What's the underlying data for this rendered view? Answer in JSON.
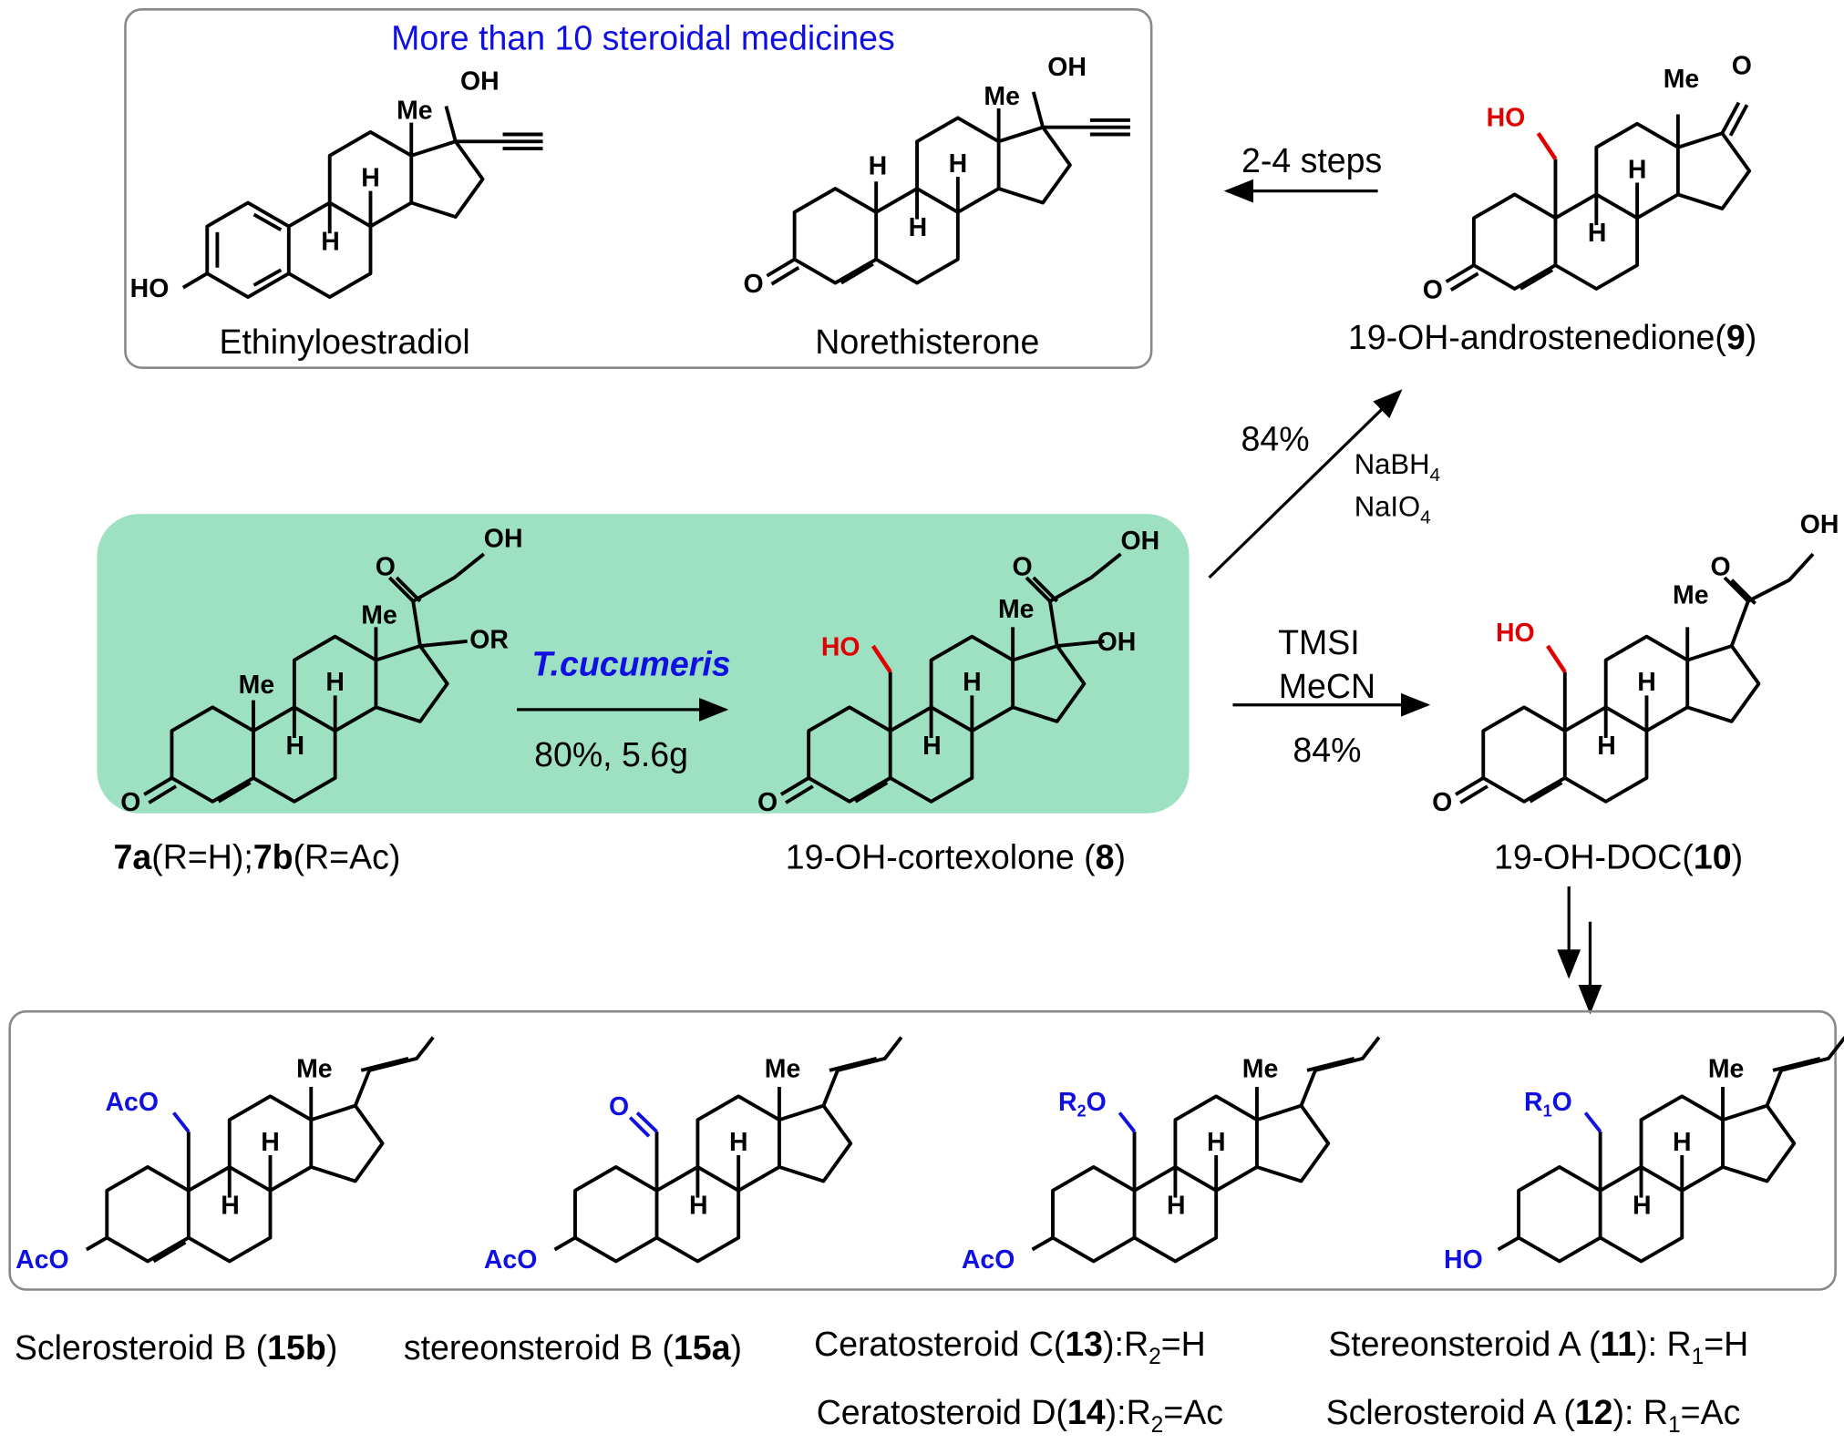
{
  "title_box": "More than 10 steroidal medicines",
  "atoms": {
    "me": "Me",
    "h": "H",
    "oh": "OH",
    "o": "O",
    "ho": "HO",
    "or": "OR",
    "aco": "AcO",
    "r1o": "R",
    "r1sub": "1",
    "r2sub": "2",
    "o_suffix": "O"
  },
  "molecules": {
    "ethinyl": "Ethinyloestradiol",
    "noreth": "Norethisterone",
    "m9": {
      "pre": "19-OH-androstenedione(",
      "num": "9",
      "post": ")"
    },
    "m7": {
      "a": "7a",
      "a_txt": "(R=H);",
      "b": "7b",
      "b_txt": "(R=Ac)"
    },
    "m8": {
      "pre": "19-OH-cortexolone (",
      "num": "8",
      "post": ")"
    },
    "m10": {
      "pre": "19-OH-DOC(",
      "num": "10",
      "post": ")"
    },
    "m15b": {
      "pre": "Sclerosteroid B (",
      "num": "15b",
      "post": ")"
    },
    "m15a": {
      "pre": "stereonsteroid B (",
      "num": "15a",
      "post": ")"
    },
    "m13": {
      "pre": "Ceratosteroid C(",
      "num": "13",
      "post": "):R",
      "sub": "2",
      "tail": "=H"
    },
    "m14": {
      "pre": "Ceratosteroid D(",
      "num": "14",
      "post": "):R",
      "sub": "2",
      "tail": "=Ac"
    },
    "m11": {
      "pre": "Stereonsteroid A (",
      "num": "11",
      "post": "): R",
      "sub": "1",
      "tail": "=H"
    },
    "m12": {
      "pre": "Sclerosteroid A (",
      "num": "12",
      "post": "): R",
      "sub": "1",
      "tail": "=Ac"
    }
  },
  "arrows": {
    "steps": "2-4 steps",
    "bio_agent": "T.cucumeris",
    "bio_yield": "80%, 5.6g",
    "ox_yield": "84%",
    "ox_reagent1": "NaBH",
    "ox_reagent1_sub": "4",
    "ox_reagent2": "NaIO",
    "ox_reagent2_sub": "4",
    "tmsi": "TMSI",
    "mecn": "MeCN",
    "tmsi_yield": "84%"
  },
  "colors": {
    "highlight": "#9ee0c2",
    "hydroxyl": "#e00000",
    "label": "#1010e0"
  }
}
